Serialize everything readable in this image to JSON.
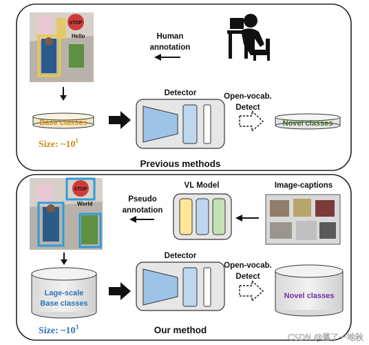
{
  "top_panel": {
    "human_annotation": [
      "Human",
      "annotation"
    ],
    "detector_label": "Detector",
    "open_vocab": [
      "Open-vocab.",
      "Detect"
    ],
    "base_classes": "Base classes",
    "novel_classes": "Novel classes",
    "size_prefix": "Size: ~10",
    "size_exp": "1",
    "caption": "Previous methods"
  },
  "bottom_panel": {
    "vl_model": "VL Model",
    "image_captions": "Image-captions",
    "pseudo_annotation": [
      "Pseudo",
      "annotation"
    ],
    "detector_label": "Detector",
    "open_vocab": [
      "Open-vocab.",
      "Detect"
    ],
    "base_classes": [
      "Lage-scale",
      "Base classes"
    ],
    "novel_classes": "Novel classes",
    "size_prefix": "Size: ~10",
    "size_exp": "3",
    "caption": "Our method"
  },
  "photo_text": {
    "stop_sign": "STOP",
    "wall_words": [
      "Hello",
      "World"
    ]
  },
  "watermark": "CSDN @落了一地秋",
  "colors": {
    "base_text": "#c8901a",
    "novel_top": "#3c6e2a",
    "novel_bottom": "#7030a0",
    "lage_scale": "#2e75b6",
    "size_color": "#c8901a",
    "size_color_bottom": "#2e75b6",
    "detector_blue": "#9dc3e6",
    "vl_yellow": "#ffe699",
    "vl_green": "#c5e0b4",
    "highlight_yellow": "#ffe699",
    "highlight_blue": "#2e9bd8"
  }
}
